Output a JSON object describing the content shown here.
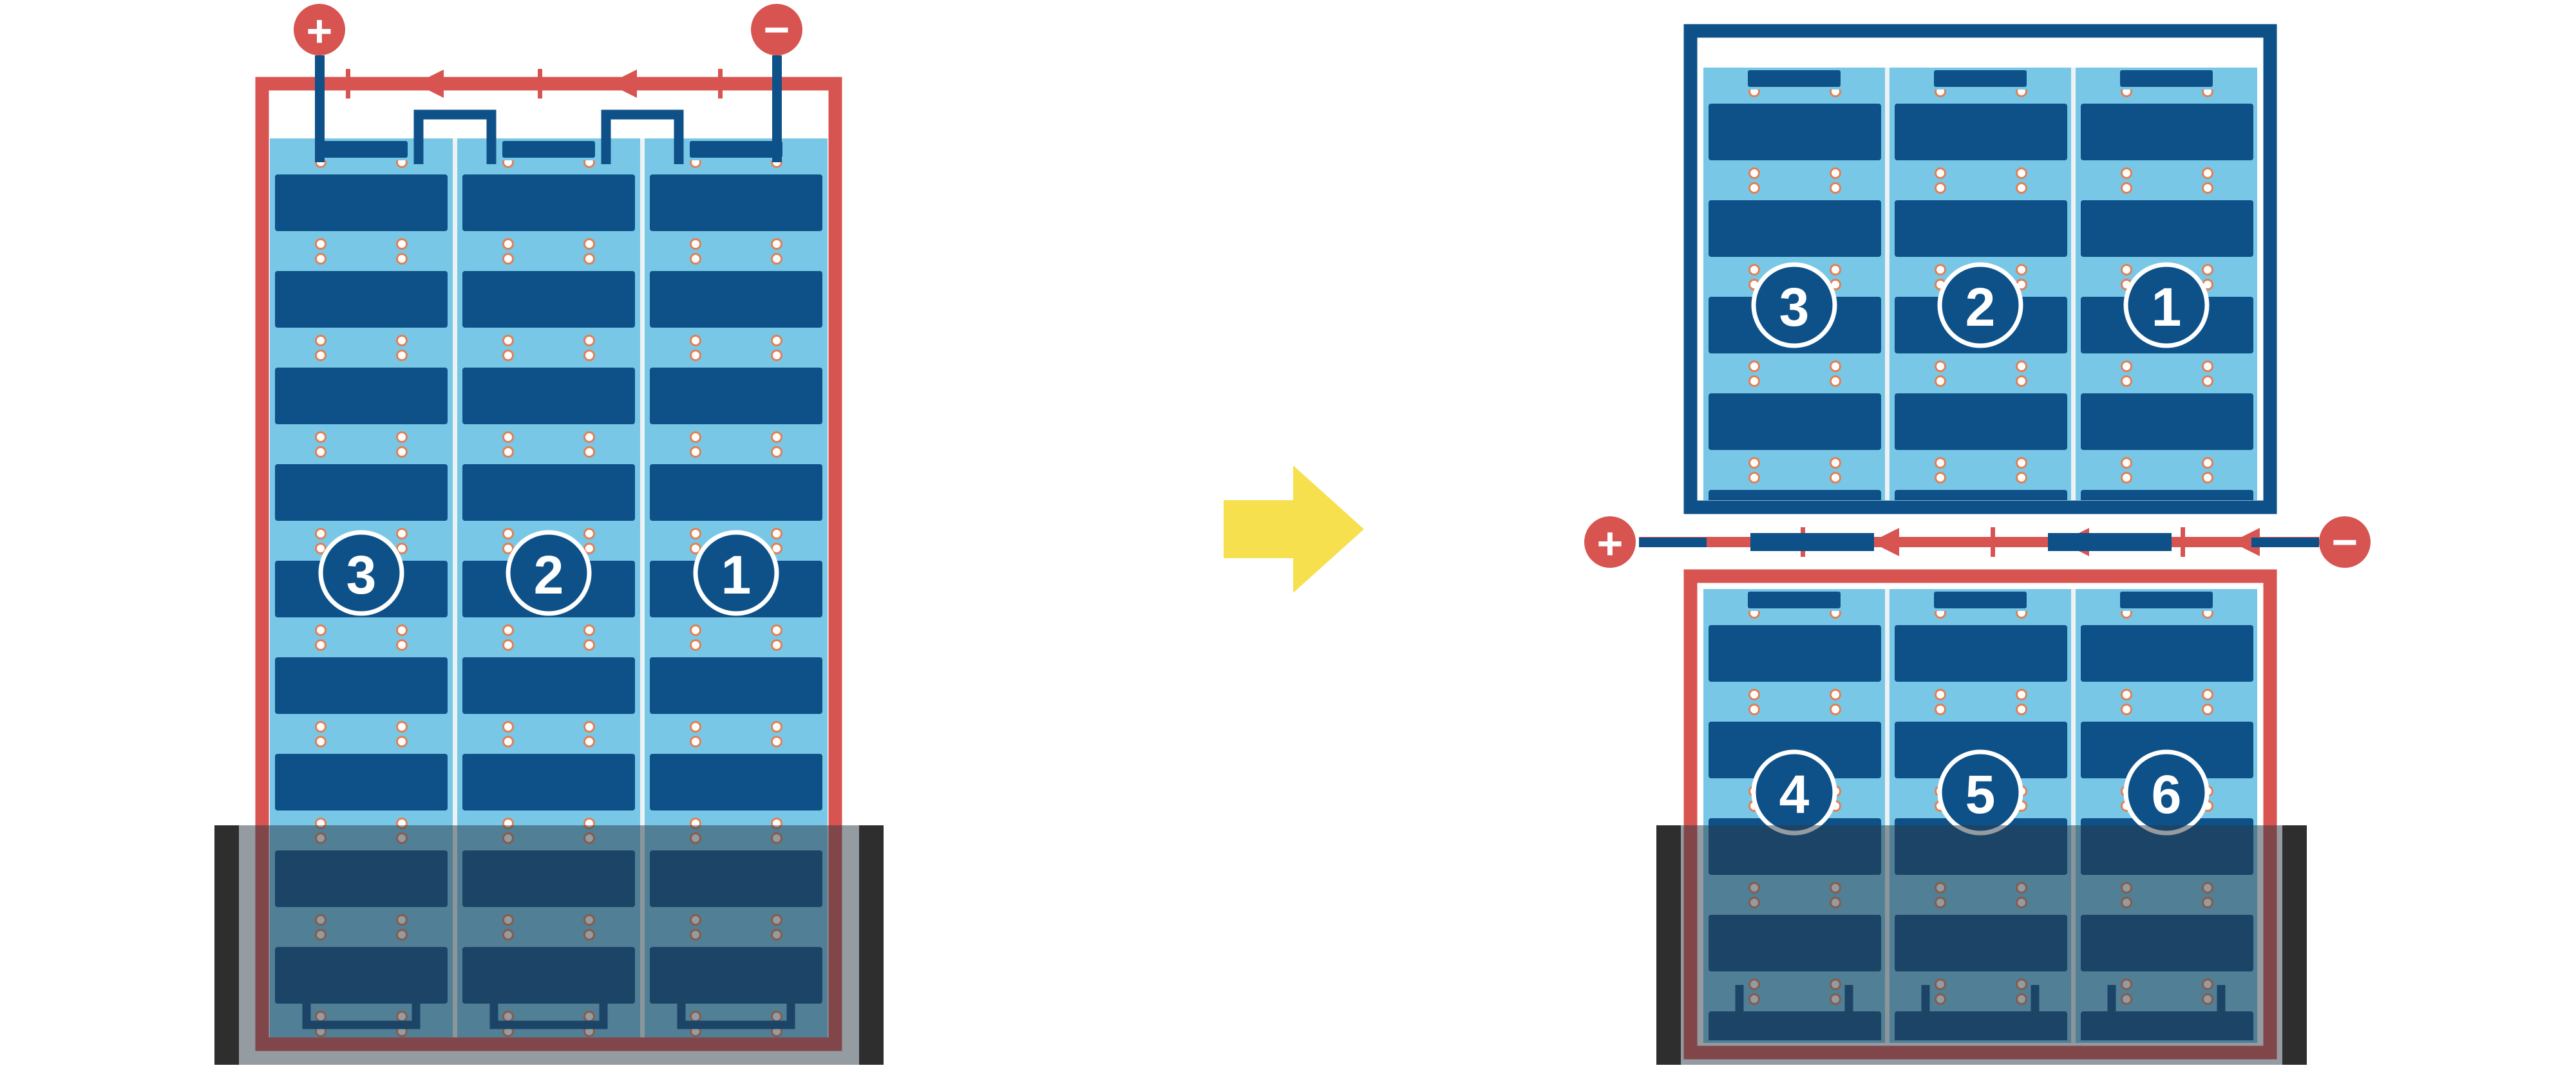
{
  "before": {
    "plus": "+",
    "minus": "−",
    "strings": [
      "3",
      "2",
      "1"
    ]
  },
  "after": {
    "plus": "+",
    "minus": "−",
    "top_strings": [
      "3",
      "2",
      "1"
    ],
    "bottom_strings": [
      "4",
      "5",
      "6"
    ]
  },
  "colors": {
    "red": "#D85450",
    "navy": "#0E5188",
    "light_blue": "#79C7E6",
    "yellow": "#F6E04E",
    "dot_ring": "#E08055",
    "dot_fill": "#FFFFFF",
    "shade": "rgba(42,56,68,0.5)",
    "shade_bar": "#2E2E2E",
    "separator": "#EDF2F5"
  }
}
